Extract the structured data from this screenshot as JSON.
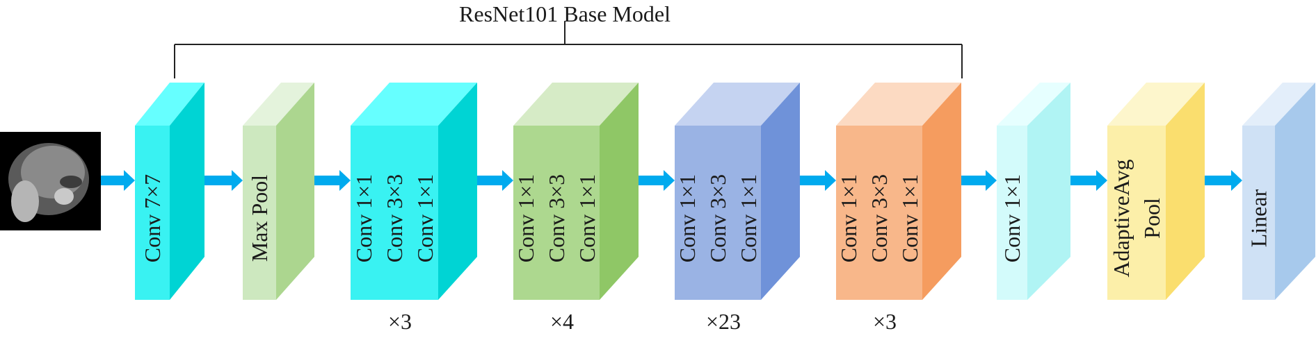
{
  "title": "ResNet101 Base Model",
  "input_image": {
    "name": "mri-brain-scan"
  },
  "blocks": [
    {
      "id": "conv7x7",
      "lines": [
        "Conv 7×7"
      ],
      "colors": {
        "front": "#39f2f2",
        "top": "#66ffff",
        "side": "#00d4d4"
      },
      "repeat": ""
    },
    {
      "id": "maxpool",
      "lines": [
        "Max Pool"
      ],
      "colors": {
        "front": "#cde8bf",
        "top": "#e4f3dc",
        "side": "#acd68f"
      },
      "repeat": ""
    },
    {
      "id": "stage1",
      "lines": [
        "Conv 1×1",
        "Conv 3×3",
        "Conv 1×1"
      ],
      "colors": {
        "front": "#39f2f2",
        "top": "#66ffff",
        "side": "#00d4d4"
      },
      "repeat": "×3"
    },
    {
      "id": "stage2",
      "lines": [
        "Conv 1×1",
        "Conv 3×3",
        "Conv 1×1"
      ],
      "colors": {
        "front": "#add88f",
        "top": "#d6ebc6",
        "side": "#8fc766"
      },
      "repeat": "×4"
    },
    {
      "id": "stage3",
      "lines": [
        "Conv 1×1",
        "Conv 3×3",
        "Conv 1×1"
      ],
      "colors": {
        "front": "#9ab3e4",
        "top": "#c5d3f1",
        "side": "#6f92d9"
      },
      "repeat": "×23"
    },
    {
      "id": "stage4",
      "lines": [
        "Conv 1×1",
        "Conv 3×3",
        "Conv 1×1"
      ],
      "colors": {
        "front": "#f8b78a",
        "top": "#fcdac2",
        "side": "#f59c5f"
      },
      "repeat": "×3"
    },
    {
      "id": "conv1x1",
      "lines": [
        "Conv 1×1"
      ],
      "colors": {
        "front": "#d3fbfb",
        "top": "#e6ffff",
        "side": "#b0f4f4"
      },
      "repeat": ""
    },
    {
      "id": "avgpool",
      "lines": [
        "AdaptiveAvg",
        "Pool"
      ],
      "colors": {
        "front": "#fcefa9",
        "top": "#fdf6cc",
        "side": "#fade6e"
      },
      "repeat": ""
    },
    {
      "id": "linear",
      "lines": [
        "Linear"
      ],
      "colors": {
        "front": "#cfe1f5",
        "top": "#e3eefa",
        "side": "#a7c9ec"
      },
      "repeat": ""
    }
  ],
  "colors": {
    "arrow": "#00aaee",
    "bracket": "#222222"
  }
}
